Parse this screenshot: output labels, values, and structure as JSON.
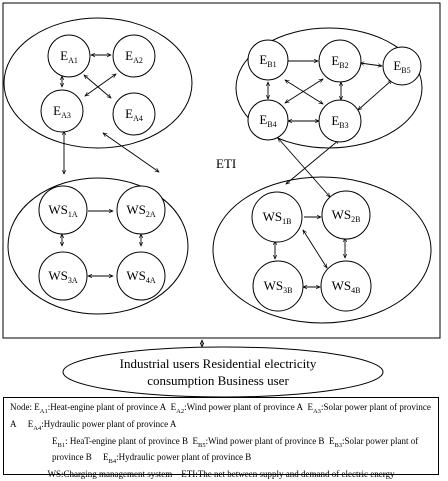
{
  "eti_label": "ETI",
  "province_a_energy": [
    {
      "base": "E",
      "sub": "A1"
    },
    {
      "base": "E",
      "sub": "A2"
    },
    {
      "base": "E",
      "sub": "A3"
    },
    {
      "base": "E",
      "sub": "A4"
    }
  ],
  "province_b_energy": [
    {
      "base": "E",
      "sub": "B1"
    },
    {
      "base": "E",
      "sub": "B2"
    },
    {
      "base": "E",
      "sub": "B5"
    },
    {
      "base": "E",
      "sub": "B4"
    },
    {
      "base": "E",
      "sub": "B3"
    }
  ],
  "province_a_ws": [
    {
      "base": "WS",
      "sub": "1A"
    },
    {
      "base": "WS",
      "sub": "2A"
    },
    {
      "base": "WS",
      "sub": "3A"
    },
    {
      "base": "WS",
      "sub": "4A"
    }
  ],
  "province_b_ws": [
    {
      "base": "WS",
      "sub": "1B"
    },
    {
      "base": "WS",
      "sub": "2B"
    },
    {
      "base": "WS",
      "sub": "3B"
    },
    {
      "base": "WS",
      "sub": "4B"
    }
  ],
  "users": {
    "line1": "Industrial users   Residential electricity",
    "line2": "consumption   Business user"
  },
  "legend": {
    "node_prefix": "Node: ",
    "a1_base": "E",
    "a1_sub": "A1",
    "a1_text": ":Heat-engine plant of province A",
    "a2_base": "E",
    "a2_sub": "A2",
    "a2_text": ":Wind power plant of  province A",
    "a3_base": "E",
    "a3_sub": "A3",
    "a3_text": ":Solar power plant of province A",
    "a4_base": "E",
    "a4_sub": "A4",
    "a4_text": ":Hydraulic power plant of province A",
    "b1_base": "E",
    "b1_sub": "B1",
    "b1_text": ": HeaT-engine plant of  province B",
    "b5_base": "E",
    "b5_sub": "B5",
    "b5_text": ":Wind power plant of  province B",
    "b3_base": "E",
    "b3_sub": "B3",
    "b3_text": ":Solar power plant of province B",
    "b4_base": "E",
    "b4_sub": "B4",
    "b4_text": ":Hydraulic power plant of province B",
    "ws_text": "WS:Charging management system",
    "eti_text": "ETI:The net between supply and demand of electric energy"
  }
}
